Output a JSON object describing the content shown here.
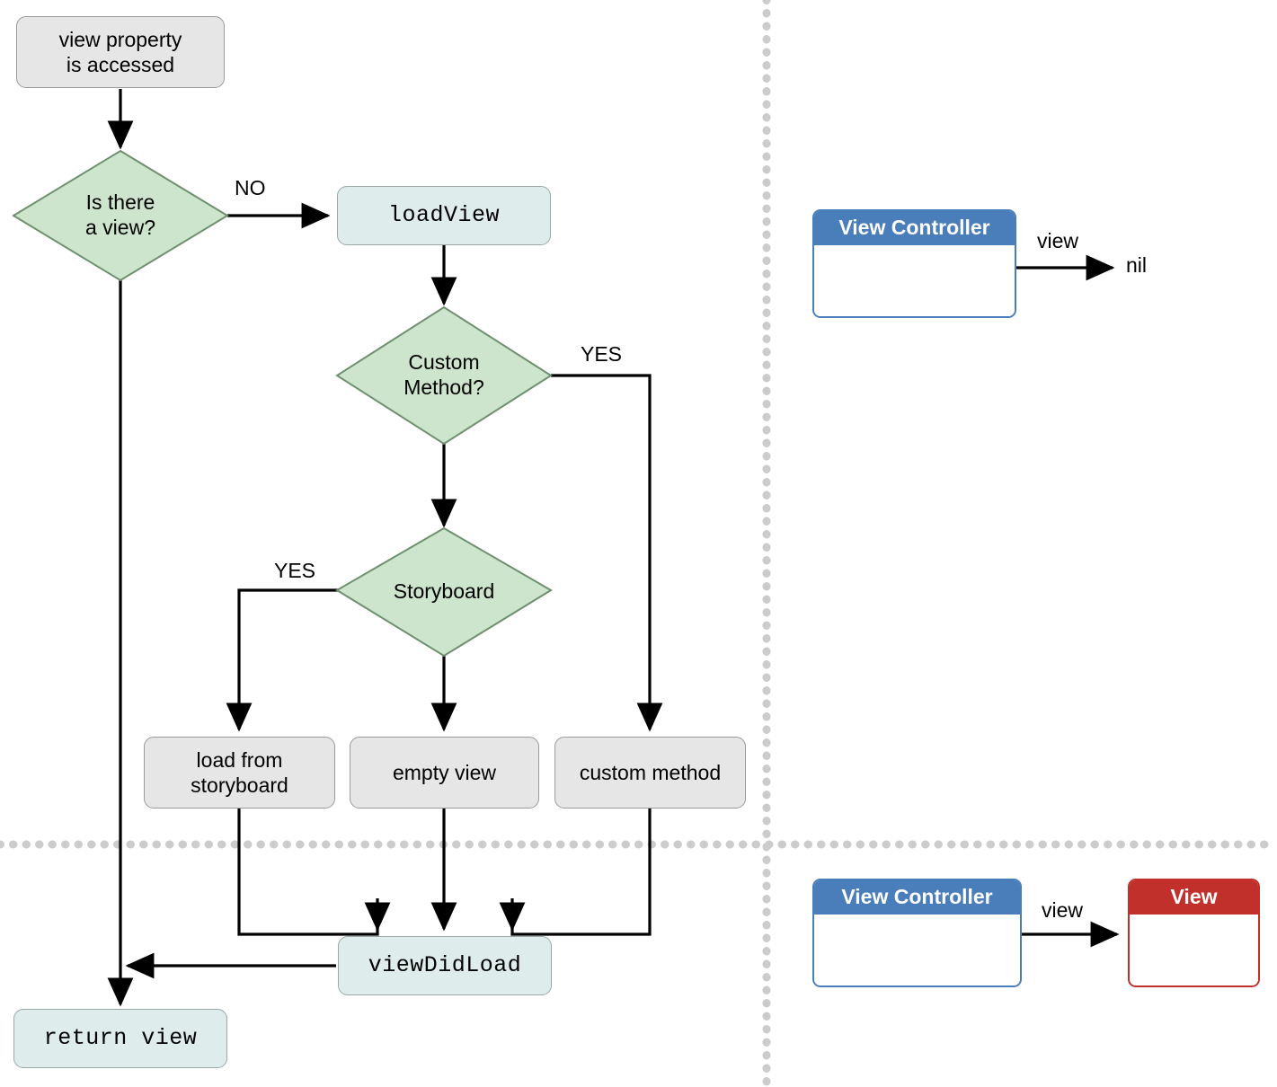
{
  "diagram": {
    "title": "UIViewController view loading flow",
    "colors": {
      "process_fill": "#e6e6e6",
      "process_stroke": "#9a9a9a",
      "code_fill": "#dfecec",
      "code_stroke": "#9aa8a8",
      "decision_fill": "#cce5cc",
      "decision_stroke": "#6f8f6f",
      "arrow": "#000000",
      "divider": "#cccccc",
      "viewcontroller_blue": "#4a7ebb",
      "view_red": "#c2302c"
    }
  },
  "flow": {
    "nodes": {
      "start": {
        "label": "view property\nis accessed",
        "type": "process"
      },
      "has_view": {
        "label": "Is there\na view?",
        "type": "decision"
      },
      "load_view": {
        "label": "loadView",
        "type": "code"
      },
      "custom_method_q": {
        "label": "Custom\nMethod?",
        "type": "decision"
      },
      "storyboard_q": {
        "label": "Storyboard",
        "type": "decision"
      },
      "load_from_storyboard": {
        "label": "load from\nstoryboard",
        "type": "process"
      },
      "empty_view": {
        "label": "empty view",
        "type": "process"
      },
      "custom_method": {
        "label": "custom method",
        "type": "process"
      },
      "view_did_load": {
        "label": "viewDidLoad",
        "type": "code"
      },
      "return_view": {
        "label": "return view",
        "type": "code"
      }
    },
    "edge_labels": {
      "has_view_no": "NO",
      "custom_method_yes": "YES",
      "storyboard_yes": "YES"
    }
  },
  "panels": {
    "top_right": {
      "controller": {
        "header": "View Controller"
      },
      "relation_label": "view",
      "target_value": "nil"
    },
    "bottom_right": {
      "controller": {
        "header": "View Controller"
      },
      "relation_label": "view",
      "target": {
        "header": "View"
      }
    }
  }
}
